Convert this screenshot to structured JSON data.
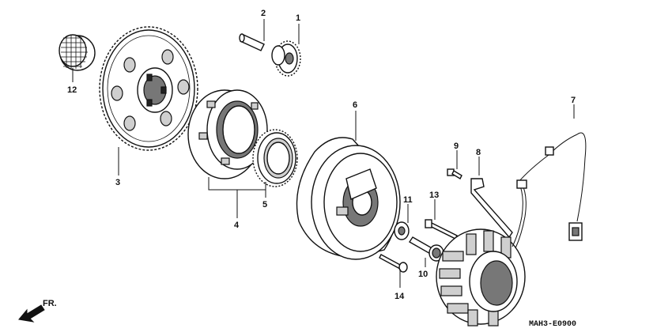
{
  "diagram": {
    "diagram_code": "MAH3-E0900",
    "direction_label": "FR.",
    "callouts": [
      {
        "id": "c2",
        "text": "2"
      },
      {
        "id": "c1",
        "text": "1"
      },
      {
        "id": "c12",
        "text": "12"
      },
      {
        "id": "c3",
        "text": "3"
      },
      {
        "id": "c6",
        "text": "6"
      },
      {
        "id": "c5",
        "text": "5"
      },
      {
        "id": "c4",
        "text": "4"
      },
      {
        "id": "c7",
        "text": "7"
      },
      {
        "id": "c8",
        "text": "8"
      },
      {
        "id": "c9",
        "text": "9"
      },
      {
        "id": "c13",
        "text": "13"
      },
      {
        "id": "c11",
        "text": "11"
      },
      {
        "id": "c10",
        "text": "10"
      },
      {
        "id": "c14",
        "text": "14"
      }
    ]
  }
}
